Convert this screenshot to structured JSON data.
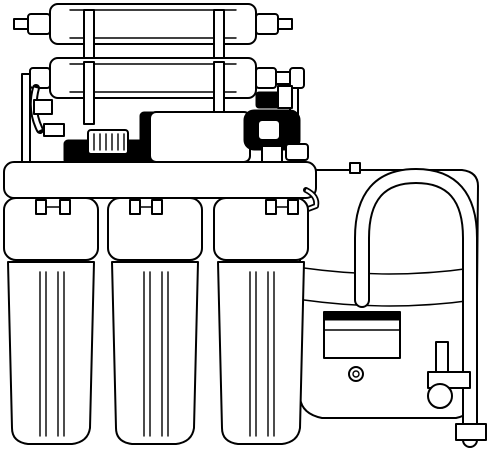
{
  "illustration": {
    "subject": "reverse-osmosis-water-filter-system",
    "style": "black-line-art",
    "colors": {
      "stroke": "#000000",
      "fill": "#ffffff"
    },
    "parts": [
      "inline-post-filter",
      "inline-carbon-filter",
      "booster-pump",
      "transformer",
      "mounting-bracket",
      "pre-filter-housing-1",
      "pre-filter-housing-2",
      "pre-filter-housing-3",
      "storage-tank",
      "faucet"
    ]
  }
}
